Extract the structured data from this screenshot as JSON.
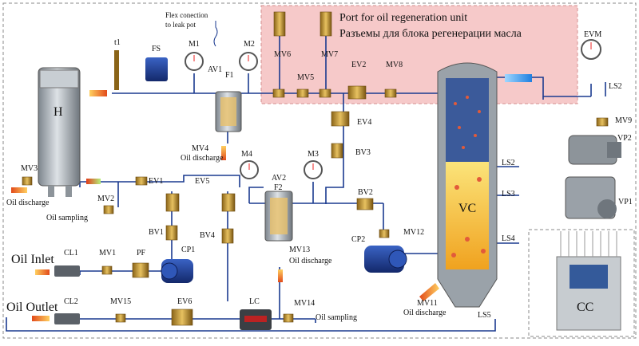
{
  "port_box": {
    "title_en": "Port for oil regeneration unit",
    "title_ru": "Разъемы для блока регенерации масла",
    "color": "#f6c9c9"
  },
  "labels": {
    "flex": "Flex conection",
    "to_leak": "to leak pot",
    "H": "H",
    "FS": "FS",
    "t1": "t1",
    "M1": "M1",
    "M2": "M2",
    "M3": "M3",
    "M4": "M4",
    "AV1": "AV1",
    "AV2": "AV2",
    "F1": "F1",
    "F2": "F2",
    "MV1": "MV1",
    "MV2": "MV2",
    "MV3": "MV3",
    "MV4": "MV4",
    "MV5": "MV5",
    "MV6": "MV6",
    "MV7": "MV7",
    "MV8": "MV8",
    "MV9": "MV9",
    "MV11": "MV11",
    "MV12": "MV12",
    "MV13": "MV13",
    "MV14": "MV14",
    "MV15": "MV15",
    "EV1": "EV1",
    "EV2": "EV2",
    "EV4": "EV4",
    "EV5": "EV5",
    "EV6": "EV6",
    "BV1": "BV1",
    "BV2": "BV2",
    "BV3": "BV3",
    "BV4": "BV4",
    "CP1": "CP1",
    "CP2": "CP2",
    "CL1": "CL1",
    "CL2": "CL2",
    "PF": "PF",
    "LC": "LC",
    "VC": "VC",
    "CC": "CC",
    "EVM": "EVM",
    "VP1": "VP1",
    "VP2": "VP2",
    "LS2a": "LS2",
    "LS2b": "LS2",
    "LS3": "LS3",
    "LS4": "LS4",
    "LS5": "LS5",
    "oil_discharge_1": "Oil discharge",
    "oil_discharge_2": "Oil discharge",
    "oil_discharge_3": "Oil discharge",
    "oil_discharge_4": "Oil discharge",
    "oil_sampling_1": "Oil sampling",
    "oil_sampling_2": "Oil sampling",
    "oil_inlet": "Oil Inlet",
    "oil_outlet": "Oil Outlet"
  },
  "colors": {
    "pipe": "#1a3a8f",
    "valve": "#c89b2a",
    "steel": "#a9b0b8",
    "arrow": "#f29a1a",
    "pump": "#1f3c8a",
    "oil": "#f5d34a",
    "hot": "#e25a3a"
  }
}
